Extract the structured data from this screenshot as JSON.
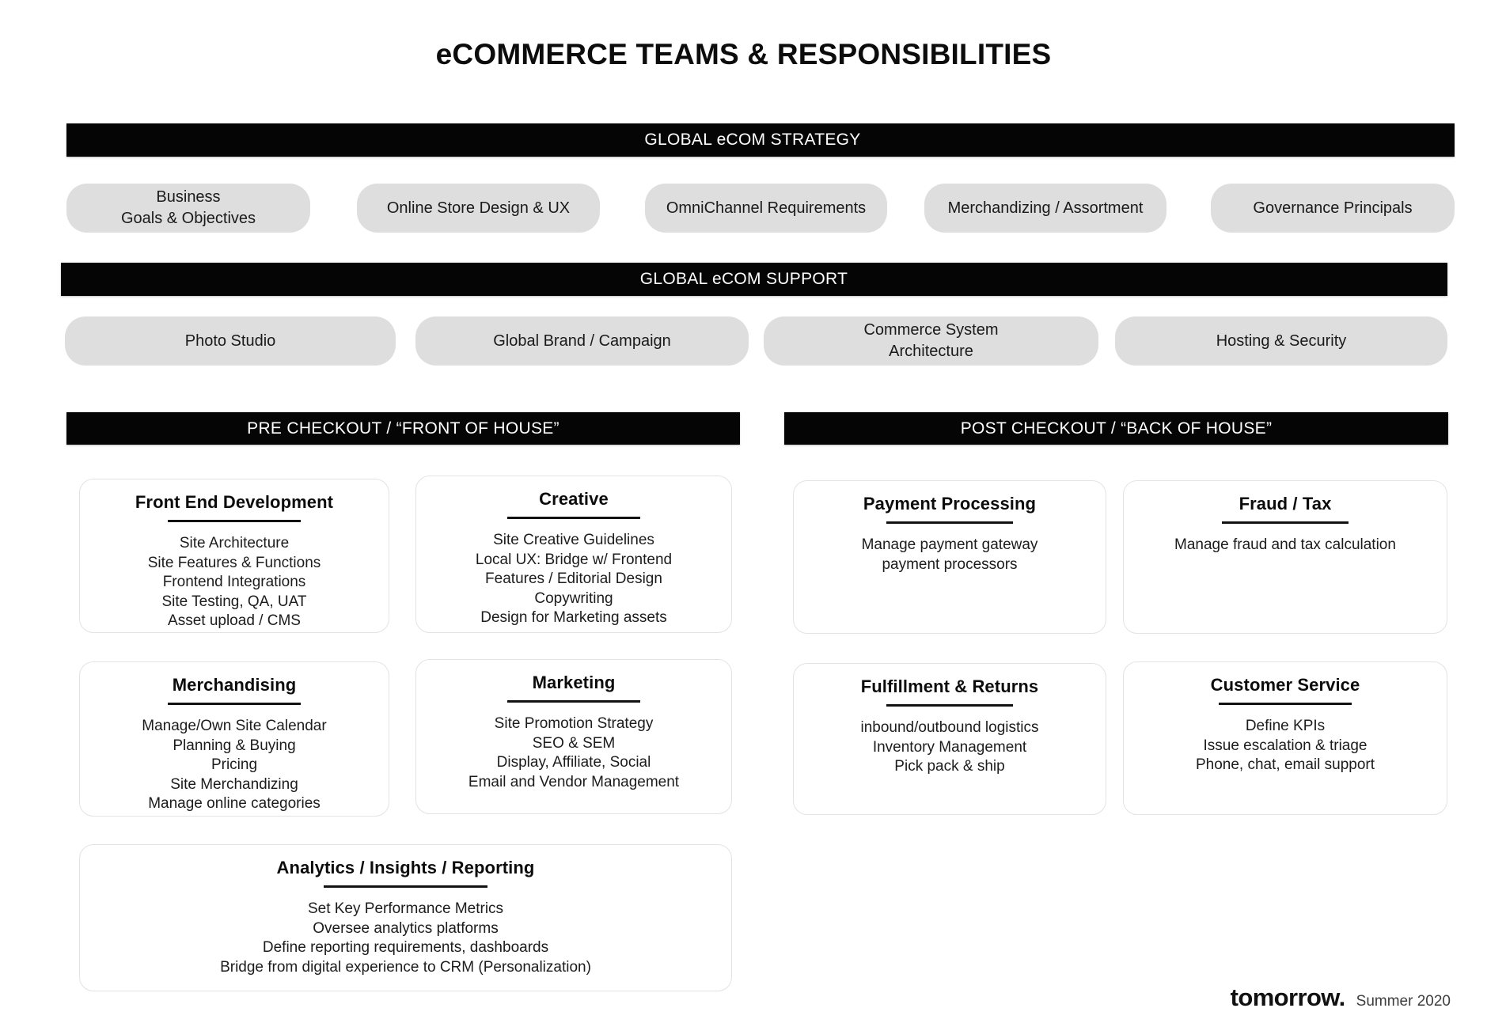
{
  "document": {
    "title": "eCOMMERCE TEAMS & RESPONSIBILITIES"
  },
  "bands": {
    "strategy": "GLOBAL eCOM STRATEGY",
    "support": "GLOBAL eCOM SUPPORT",
    "pre_checkout": "PRE CHECKOUT / “FRONT OF HOUSE”",
    "post_checkout": "POST CHECKOUT / “BACK OF HOUSE”"
  },
  "strategy_pills": [
    {
      "line1": "Business",
      "line2": "Goals & Objectives"
    },
    {
      "line1": "Online Store Design & UX",
      "line2": ""
    },
    {
      "line1": "OmniChannel Requirements",
      "line2": ""
    },
    {
      "line1": "Merchandizing / Assortment",
      "line2": ""
    },
    {
      "line1": "Governance Principals",
      "line2": ""
    }
  ],
  "support_pills": [
    {
      "line1": "Photo Studio",
      "line2": ""
    },
    {
      "line1": "Global Brand / Campaign",
      "line2": ""
    },
    {
      "line1": "Commerce System",
      "line2": "Architecture"
    },
    {
      "line1": "Hosting & Security",
      "line2": ""
    }
  ],
  "cards": {
    "front_end_development": {
      "title": "Front End Development",
      "lines": [
        "Site Architecture",
        "Site Features & Functions",
        "Frontend Integrations",
        "Site Testing, QA, UAT",
        "Asset upload / CMS"
      ]
    },
    "creative": {
      "title": "Creative",
      "lines": [
        "Site Creative Guidelines",
        "Local UX: Bridge w/ Frontend",
        "Features / Editorial Design",
        "Copywriting",
        "Design for Marketing assets"
      ]
    },
    "merchandising": {
      "title": "Merchandising",
      "lines": [
        "Manage/Own Site Calendar",
        "Planning & Buying",
        "Pricing",
        "Site Merchandizing",
        "Manage online categories"
      ]
    },
    "marketing": {
      "title": "Marketing",
      "lines": [
        "Site Promotion Strategy",
        "SEO & SEM",
        "Display, Affiliate, Social",
        "Email and Vendor Management"
      ]
    },
    "analytics": {
      "title": "Analytics / Insights / Reporting",
      "lines": [
        "Set Key Performance Metrics",
        "Oversee analytics platforms",
        "Define reporting requirements, dashboards",
        "Bridge from digital experience to CRM (Personalization)"
      ]
    },
    "payment_processing": {
      "title": "Payment Processing",
      "lines": [
        "Manage payment gateway",
        "payment processors"
      ]
    },
    "fraud_tax": {
      "title": "Fraud / Tax",
      "lines": [
        "Manage fraud and tax calculation"
      ]
    },
    "fulfillment_returns": {
      "title": "Fulfillment & Returns",
      "lines": [
        "inbound/outbound logistics",
        "Inventory Management",
        "Pick pack & ship"
      ]
    },
    "customer_service": {
      "title": "Customer Service",
      "lines": [
        "Define KPIs",
        "Issue escalation & triage",
        "Phone, chat, email support"
      ]
    }
  },
  "footer": {
    "logo": "tomorrow.",
    "date": "Summer 2020"
  },
  "colors": {
    "band_background": "#050505",
    "band_text": "#ffffff",
    "pill_background": "#dedede",
    "card_border": "#e3e3e3",
    "text": "#111111"
  }
}
